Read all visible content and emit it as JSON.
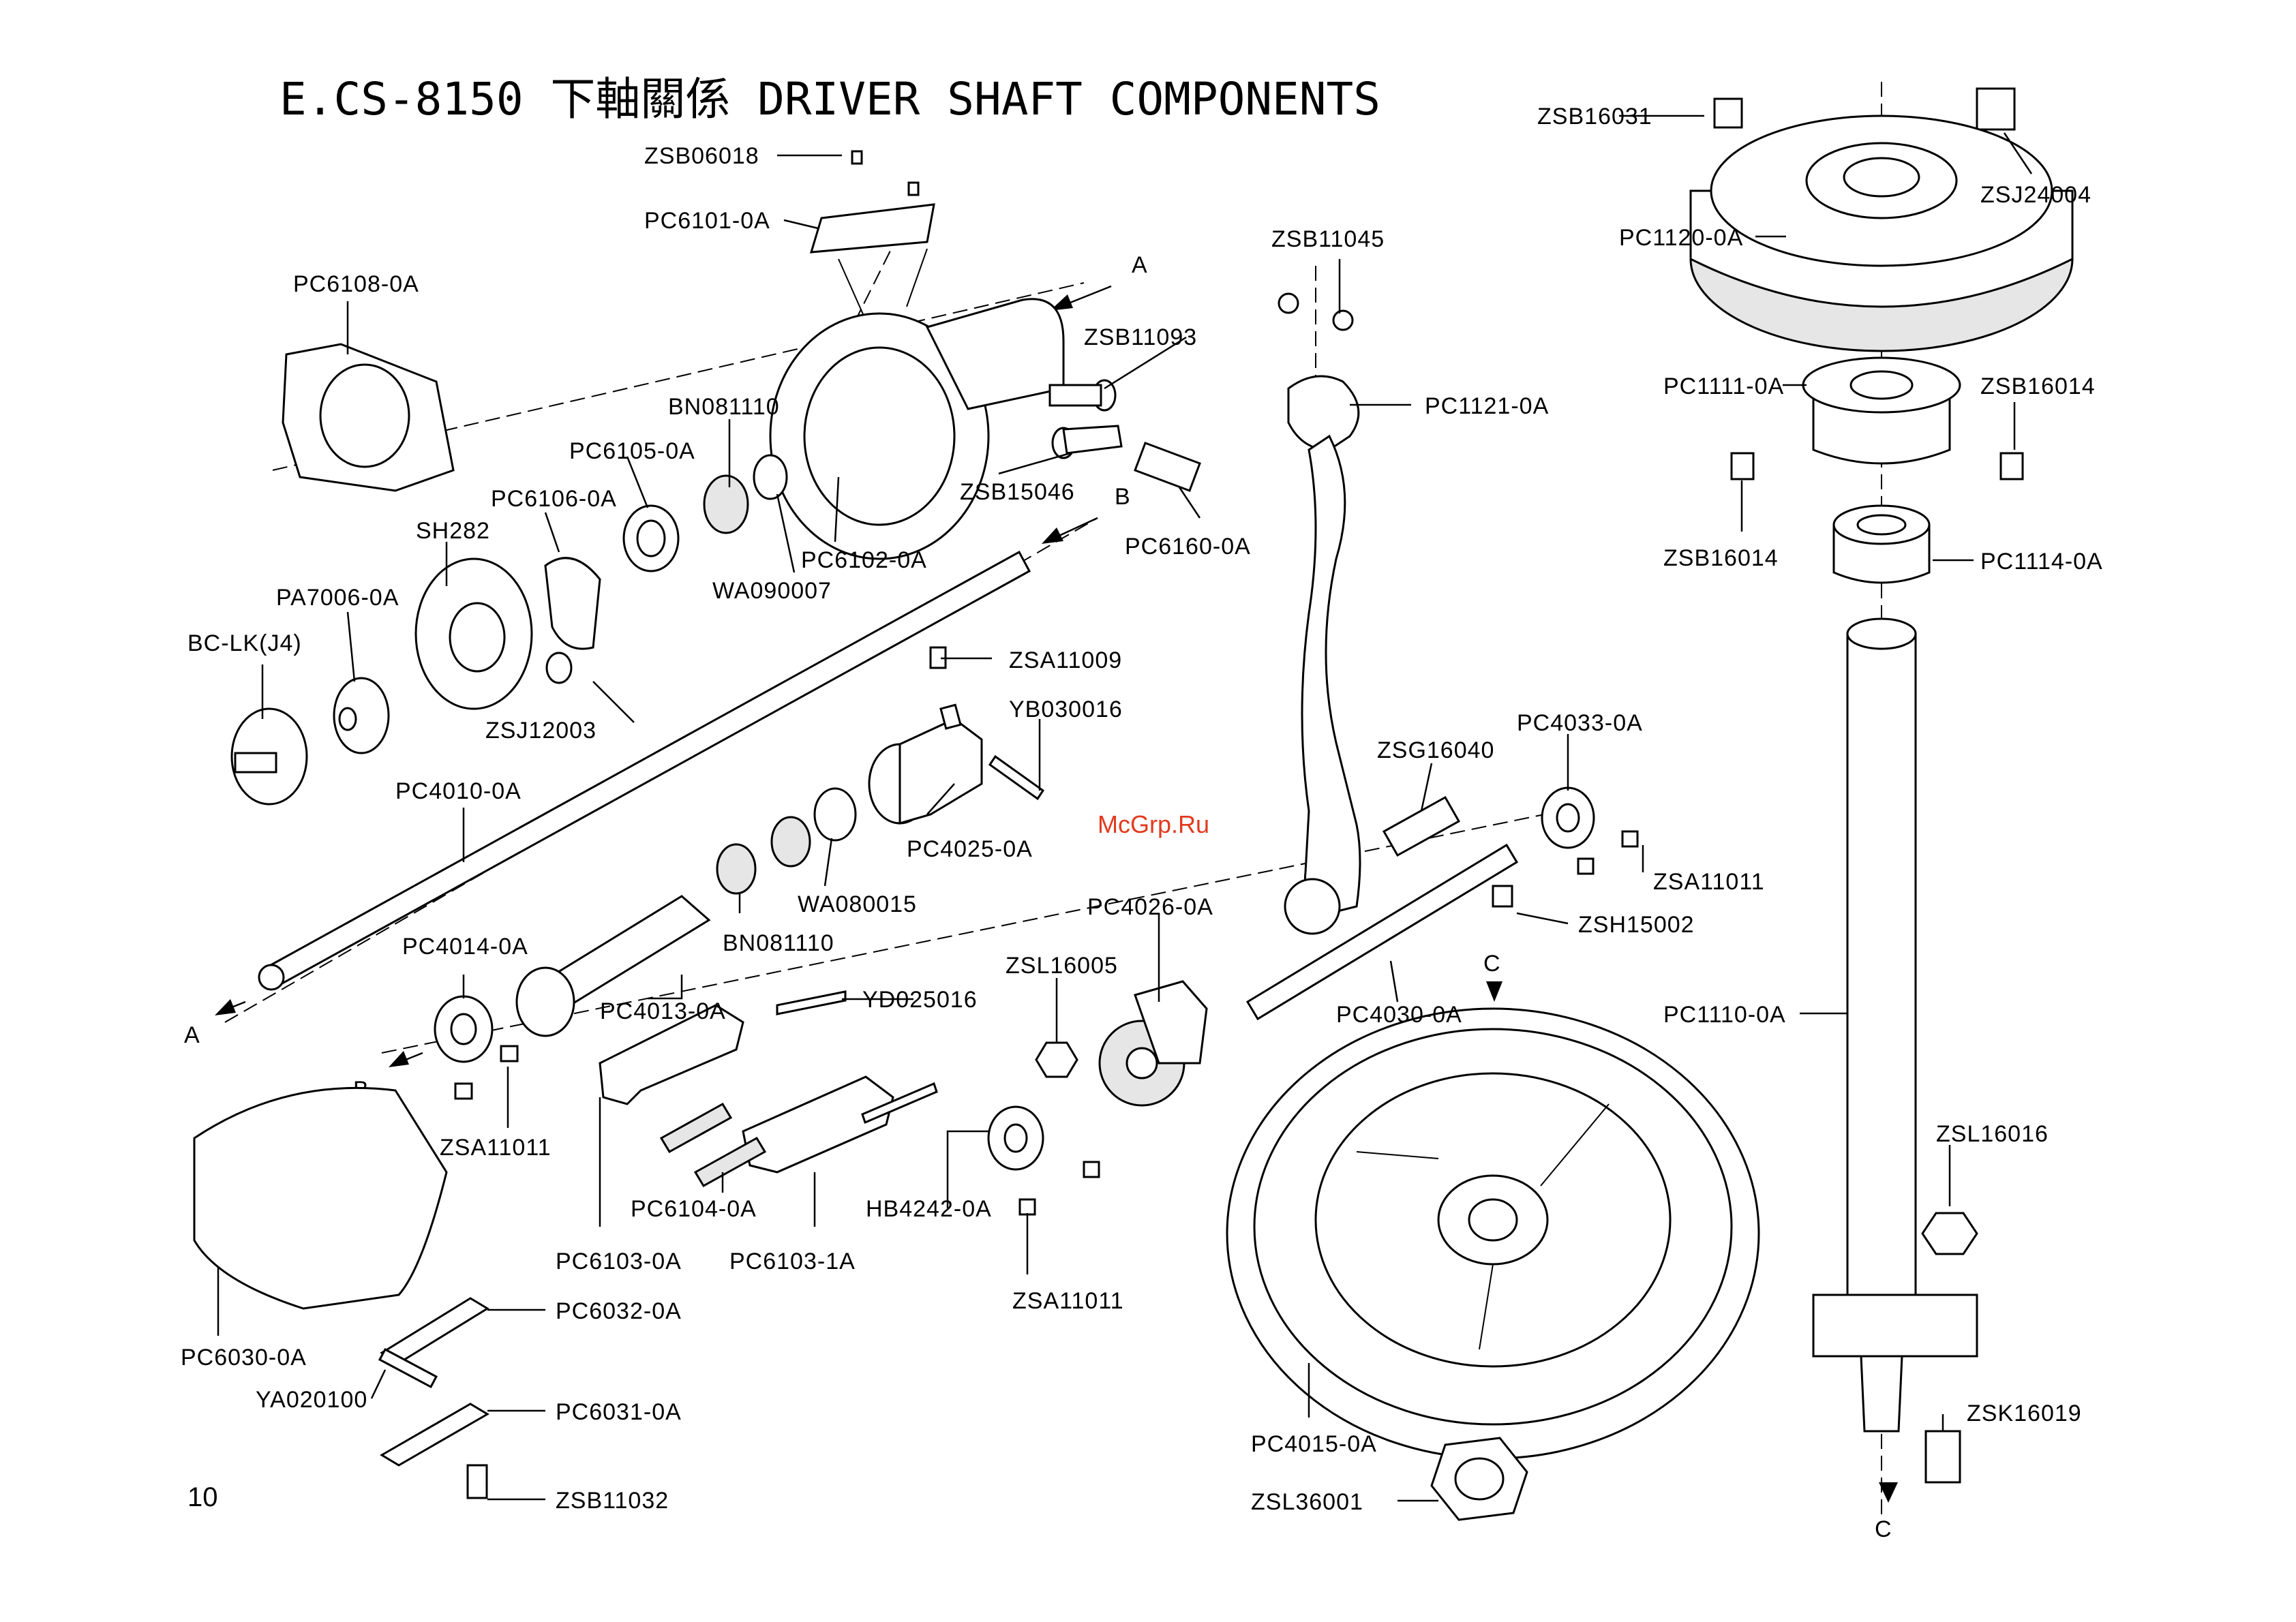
{
  "title": "E.CS-8150 下軸關係 DRIVER SHAFT COMPONENTS",
  "page_number": "10",
  "watermark": "McGrp.Ru",
  "callouts": {
    "a_top": "A",
    "b_top": "B",
    "a_bottom": "A",
    "b_bottom": "B",
    "c_top": "C",
    "c_bottom": "C"
  },
  "parts": {
    "zsb06018": "ZSB06018",
    "pc6101": "PC6101-0A",
    "pc6108": "PC6108-0A",
    "zsb11093": "ZSB11093",
    "bn081110_a": "BN081110",
    "pc6105": "PC6105-0A",
    "pc6106": "PC6106-0A",
    "sh282": "SH282",
    "zsb15046": "ZSB15046",
    "pa7006": "PA7006-0A",
    "pc6160": "PC6160-0A",
    "pc6102": "PC6102-0A",
    "wa090007": "WA090007",
    "bc_lk": "BC-LK(J4)",
    "zsa11009": "ZSA11009",
    "yb030016": "YB030016",
    "zsj12003": "ZSJ12003",
    "pc4010": "PC4010-0A",
    "pc4025": "PC4025-0A",
    "wa080015": "WA080015",
    "bn081110_b": "BN081110",
    "pc4014": "PC4014-0A",
    "pc4013": "PC4013-0A",
    "yd025016": "YD025016",
    "zsa11011_a": "ZSA11011",
    "pc6104": "PC6104-0A",
    "pc6103": "PC6103-0A",
    "pc6103_1": "PC6103-1A",
    "pc6030": "PC6030-0A",
    "pc6032": "PC6032-0A",
    "ya020100": "YA020100",
    "pc6031": "PC6031-0A",
    "zsb11032": "ZSB11032",
    "zsb11045": "ZSB11045",
    "pc1121": "PC1121-0A",
    "zsg16040": "ZSG16040",
    "pc4033": "PC4033-0A",
    "zsa11011_b": "ZSA11011",
    "zsh15002": "ZSH15002",
    "pc4026": "PC4026-0A",
    "zsl16005": "ZSL16005",
    "pc4030": "PC4030-0A",
    "hb4242": "HB4242-0A",
    "zsa11011_c": "ZSA11011",
    "pc4015": "PC4015-0A",
    "zsl36001": "ZSL36001",
    "zsb16031": "ZSB16031",
    "zsj24004": "ZSJ24004",
    "pc1120": "PC1120-0A",
    "pc1111": "PC1111-0A",
    "zsb16014_a": "ZSB16014",
    "zsb16014_b": "ZSB16014",
    "pc1114": "PC1114-0A",
    "pc1110": "PC1110-0A",
    "zsl16016": "ZSL16016",
    "zsk16019": "ZSK16019"
  }
}
